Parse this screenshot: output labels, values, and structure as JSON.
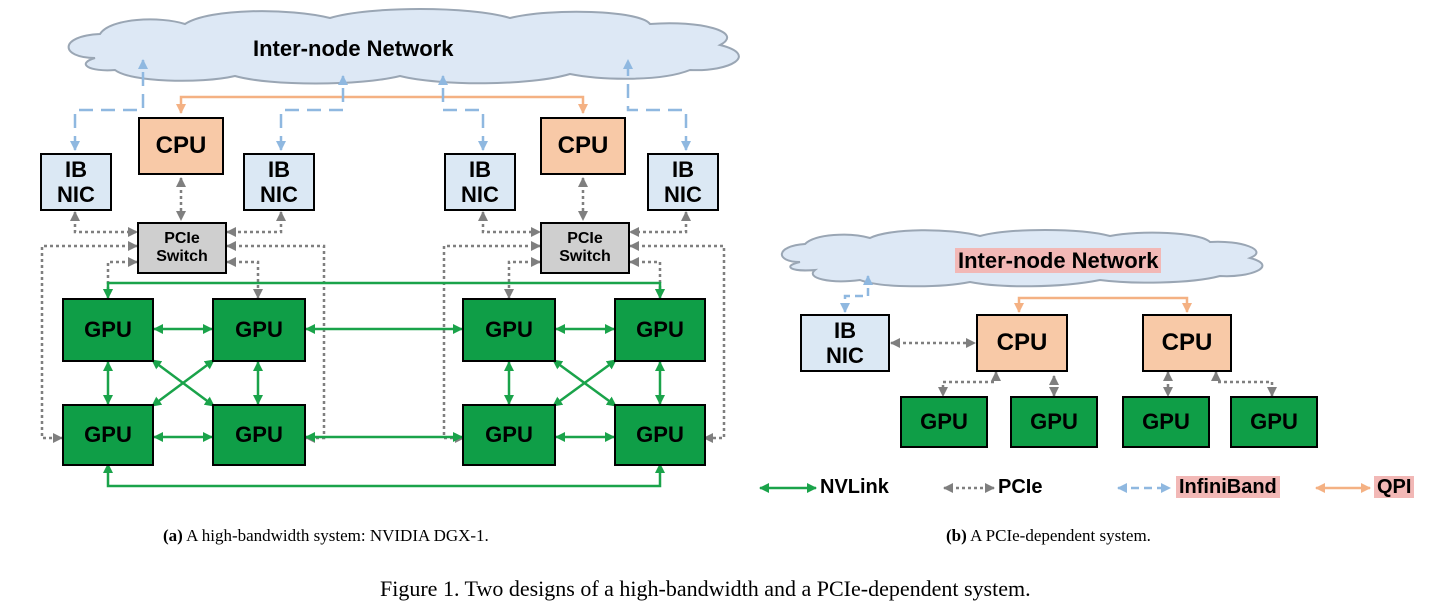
{
  "diagram_a": {
    "network": "Inter-node Network",
    "cpu": [
      "CPU",
      "CPU"
    ],
    "nic": [
      [
        "IB",
        "NIC"
      ],
      [
        "IB",
        "NIC"
      ],
      [
        "IB",
        "NIC"
      ],
      [
        "IB",
        "NIC"
      ]
    ],
    "switch": [
      [
        "PCIe",
        "Switch"
      ],
      [
        "PCIe",
        "Switch"
      ]
    ],
    "gpu": [
      "GPU",
      "GPU",
      "GPU",
      "GPU",
      "GPU",
      "GPU",
      "GPU",
      "GPU"
    ]
  },
  "diagram_b": {
    "network": "Inter-node Network",
    "nic": [
      "IB",
      "NIC"
    ],
    "cpu": [
      "CPU",
      "CPU"
    ],
    "gpu": [
      "GPU",
      "GPU",
      "GPU",
      "GPU"
    ]
  },
  "legend": {
    "nvlink": "NVLink",
    "pcie": "PCIe",
    "infiniband": "InfiniBand",
    "qpi": "QPI"
  },
  "colors": {
    "nvlink": "#1aa34a",
    "pcie": "#7f7f7f",
    "infiniband": "#8fb8e0",
    "qpi": "#f4b183",
    "gpu": "#0f9e47",
    "cpu": "#f8c9a7",
    "nic": "#dbe8f4",
    "switch": "#cfcfcf",
    "cloud": "#dde8f5"
  },
  "captions": {
    "a_label": "(a)",
    "a_text": "A high-bandwidth system: NVIDIA DGX-1.",
    "b_label": "(b)",
    "b_text": "A PCIe-dependent system.",
    "figure": "Figure 1. Two designs of a high-bandwidth and a PCIe-dependent system."
  }
}
